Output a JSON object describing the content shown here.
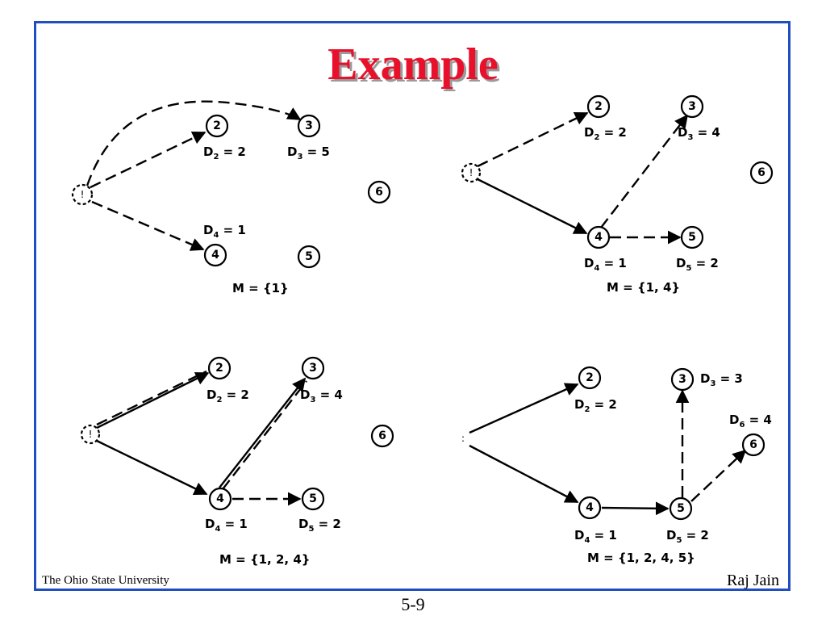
{
  "title": "Example",
  "footer": {
    "left": "The Ohio State University",
    "right": "Raj Jain",
    "page": "5-9"
  },
  "panels": [
    {
      "id": "p1",
      "source_label": "!",
      "nodes": [
        "2",
        "3",
        "4",
        "5",
        "6"
      ],
      "labels": [
        {
          "text": "D",
          "sub": "2",
          "val": " = 2"
        },
        {
          "text": "D",
          "sub": "3",
          "val": " = 5"
        },
        {
          "text": "D",
          "sub": "4",
          "val": "  = 1"
        }
      ],
      "set": "M = {1}"
    },
    {
      "id": "p2",
      "source_label": "!",
      "nodes": [
        "2",
        "3",
        "4",
        "5",
        "6"
      ],
      "labels": [
        {
          "text": "D",
          "sub": "2",
          "val": " = 2"
        },
        {
          "text": "D",
          "sub": "3",
          "val": " = 4"
        },
        {
          "text": "D",
          "sub": "4",
          "val": " = 1"
        },
        {
          "text": "D",
          "sub": "5",
          "val": " = 2"
        }
      ],
      "set": "M = {1, 4}"
    },
    {
      "id": "p3",
      "source_label": "!",
      "nodes": [
        "2",
        "3",
        "4",
        "5",
        "6"
      ],
      "labels": [
        {
          "text": "D",
          "sub": "2",
          "val": " = 2"
        },
        {
          "text": "D",
          "sub": "3",
          "val": " = 4"
        },
        {
          "text": "D",
          "sub": "4",
          "val": "  = 1"
        },
        {
          "text": "D",
          "sub": "5",
          "val": " = 2"
        }
      ],
      "set": "M = {1, 2, 4}"
    },
    {
      "id": "p4",
      "source_label": ":",
      "nodes": [
        "2",
        "3",
        "4",
        "5",
        "6"
      ],
      "labels": [
        {
          "text": "D",
          "sub": "2",
          "val": " = 2"
        },
        {
          "text": "D",
          "sub": "3",
          "val": " = 3"
        },
        {
          "text": "D",
          "sub": "6",
          "val": "  = 4"
        },
        {
          "text": "D",
          "sub": "4",
          "val": " = 1"
        },
        {
          "text": "D",
          "sub": "5",
          "val": " = 2"
        }
      ],
      "set": "M = {1, 2, 4, 5}"
    }
  ]
}
